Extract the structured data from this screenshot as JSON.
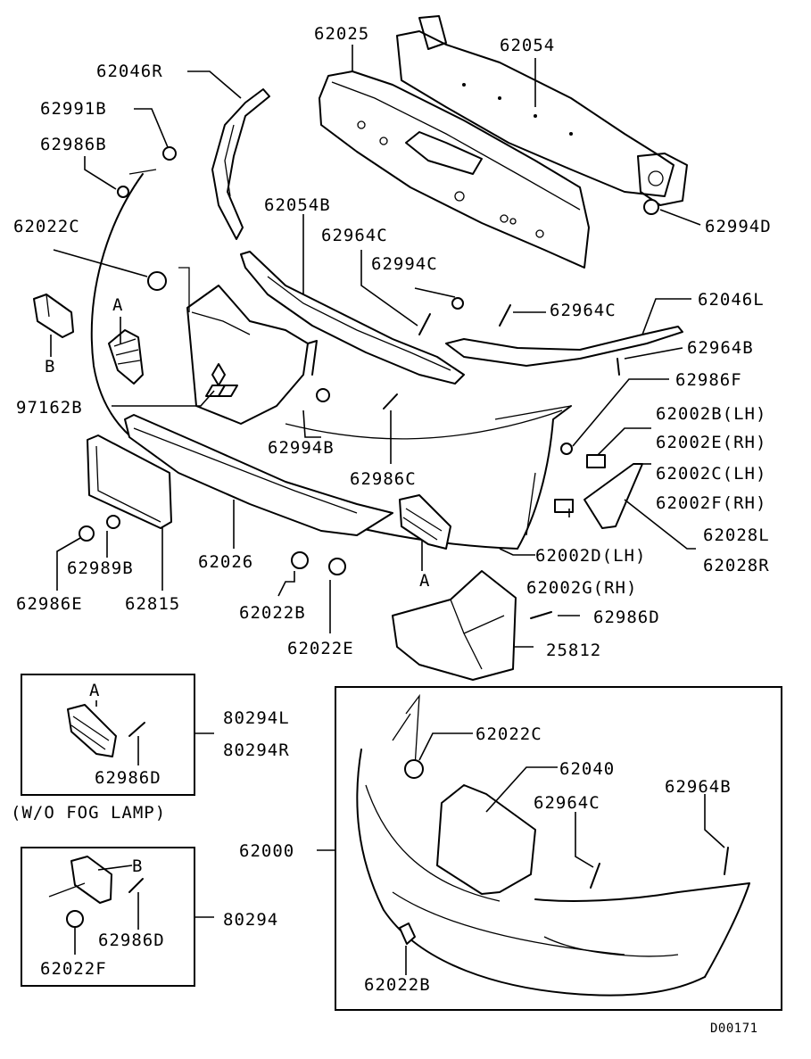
{
  "labels": {
    "p62025": "62025",
    "p62054": "62054",
    "p62046R": "62046R",
    "p62991B": "62991B",
    "p62986B": "62986B",
    "p62022C": "62022C",
    "p62054B": "62054B",
    "p62964C_a": "62964C",
    "p62994C": "62994C",
    "p62994D": "62994D",
    "p62964C_b": "62964C",
    "p62046L": "62046L",
    "p62964B_a": "62964B",
    "p62986F": "62986F",
    "p62002B": "62002B(LH)",
    "p62002E": "62002E(RH)",
    "p62002C": "62002C(LH)",
    "p62002F": "62002F(RH)",
    "p62028L": "62028L",
    "p62028R": "62028R",
    "p62002D": "62002D(LH)",
    "p62002G": "62002G(RH)",
    "p62986D_a": "62986D",
    "p25812": "25812",
    "p97162B": "97162B",
    "p62994B": "62994B",
    "p62986C": "62986C",
    "p62026": "62026",
    "p62022B_a": "62022B",
    "p62022E": "62022E",
    "p62989B": "62989B",
    "p62986E": "62986E",
    "p62815": "62815",
    "mark_A1": "A",
    "mark_A2": "A",
    "mark_A3": "A",
    "mark_B1": "B",
    "mark_B2": "B",
    "p80294L": "80294L",
    "p80294R": "80294R",
    "p62986D_b": "62986D",
    "wo_fog": "(W/O FOG LAMP)",
    "p80294": "80294",
    "p62986D_c": "62986D",
    "p62022F": "62022F",
    "p62000": "62000",
    "p62022C_b": "62022C",
    "p62040": "62040",
    "p62964C_c": "62964C",
    "p62964B_b": "62964B",
    "p62022B_b": "62022B",
    "diagram_code": "D00171"
  }
}
